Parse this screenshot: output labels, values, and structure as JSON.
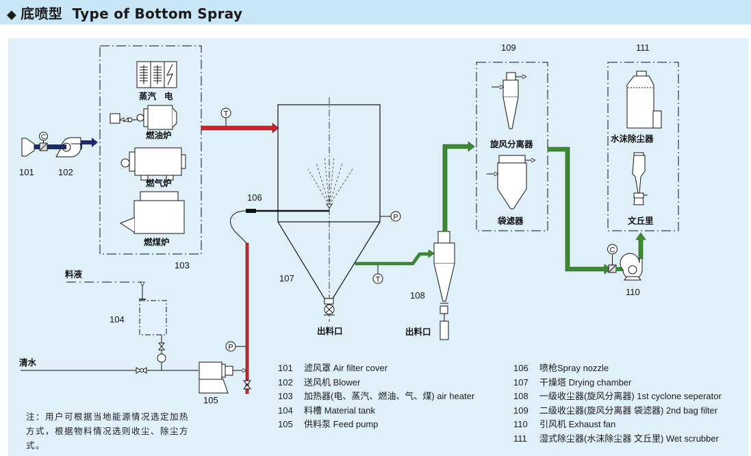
{
  "header": {
    "bullet_icon": "diamond-icon",
    "title_cn": "底喷型",
    "title_en": "Type of Bottom Spray"
  },
  "colors": {
    "title_bg": "#c9e6f6",
    "panel_bg": "#dff0f9",
    "hot_air_pipe": "#c8282c",
    "exhaust_pipe": "#3c8a32",
    "intake_pipe": "#1f2a6e",
    "line": "#1a1a1a"
  },
  "diagram": {
    "tags": {
      "t101": "101",
      "t102": "102",
      "t103": "103",
      "t104": "104",
      "t105": "105",
      "t106": "106",
      "t107": "107",
      "t108": "108",
      "t109": "109",
      "t110": "110",
      "t111": "111"
    },
    "heater_labels": {
      "steam": "蒸汽",
      "electric": "电",
      "oil": "燃油炉",
      "gas": "燃气炉",
      "coal": "燃煤炉"
    },
    "stream_labels": {
      "feed_liquid": "料液",
      "clean_water": "清水",
      "outlet_chamber": "出料口",
      "outlet_cyclone": "出料口"
    },
    "separator_labels": {
      "cyclone": "旋风分离器",
      "bag_filter": "袋滤器",
      "water_film": "水沫除尘器",
      "venturi": "文丘里"
    },
    "instruments": {
      "temperature": "T",
      "pressure": "P",
      "control": "C"
    }
  },
  "legend": {
    "left": [
      {
        "num": "101",
        "text": "滤风罩 Air filter cover"
      },
      {
        "num": "102",
        "text": "送风机 Blower"
      },
      {
        "num": "103",
        "text": "加热器(电、蒸汽、燃油、气、煤) air heater"
      },
      {
        "num": "104",
        "text": "料槽 Material tank"
      },
      {
        "num": "105",
        "text": "供料泵 Feed pump"
      }
    ],
    "right": [
      {
        "num": "106",
        "text": "喷枪Spray nozzle"
      },
      {
        "num": "107",
        "text": "干燥塔 Drying chamber"
      },
      {
        "num": "108",
        "text": "一级收尘器(旋风分离器) 1st cyclone seperator"
      },
      {
        "num": "109",
        "text": "二级收尘器(旋风分离器 袋滤器) 2nd bag filter"
      },
      {
        "num": "110",
        "text": "引风机 Exhaust fan"
      },
      {
        "num": "111",
        "text": "湿式除尘器(水沫除尘器 文丘里) Wet scrubber"
      }
    ]
  },
  "note": "注：用户可根据当地能源情况选定加热方式，根据物料情况选则收尘、除尘方式。"
}
